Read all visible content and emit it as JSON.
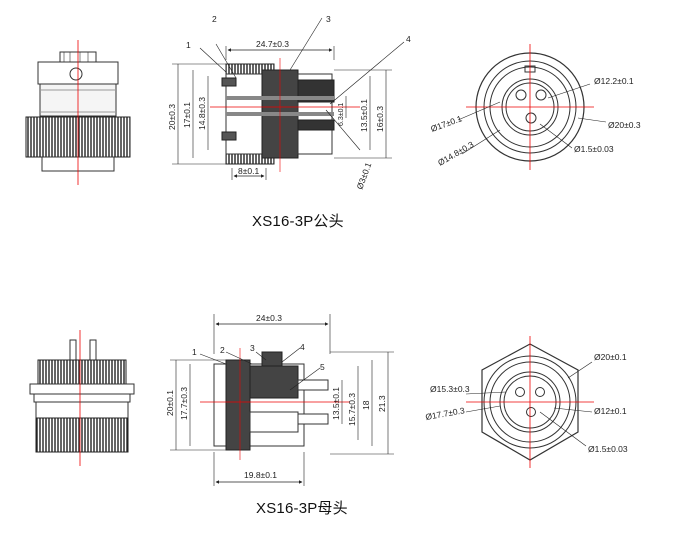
{
  "male": {
    "title": "XS16-3P公头",
    "side": {
      "length": "24.7±0.3",
      "thread": "8±0.1",
      "h1": "20±0.3",
      "h2": "17±0.1",
      "h3": "14.8±0.3",
      "r1": "6.3±0.1",
      "r2": "13.5±0.1",
      "r3": "16±0.3",
      "pin": "Ø3±0.1",
      "callouts": [
        "1",
        "2",
        "3",
        "4"
      ]
    },
    "front": {
      "d1": "Ø12.2±0.1",
      "d2": "Ø20±0.3",
      "d3": "Ø17±0.1",
      "d4": "Ø14.8±0.3",
      "d5": "Ø1.5±0.03"
    }
  },
  "female": {
    "title": "XS16-3P母头",
    "side": {
      "length": "24±0.3",
      "base": "19.8±0.1",
      "h1": "20±0.1",
      "h2": "17.7±0.3",
      "r1": "13.5±0.1",
      "r2": "15.7±0.3",
      "r3": "18",
      "r4": "21.3",
      "callouts": [
        "1",
        "2",
        "3",
        "4",
        "5"
      ]
    },
    "front": {
      "d1": "Ø20±0.1",
      "d2": "Ø15.3±0.3",
      "d3": "Ø12±0.1",
      "d4": "Ø17.7±0.3",
      "d5": "Ø1.5±0.03"
    }
  }
}
